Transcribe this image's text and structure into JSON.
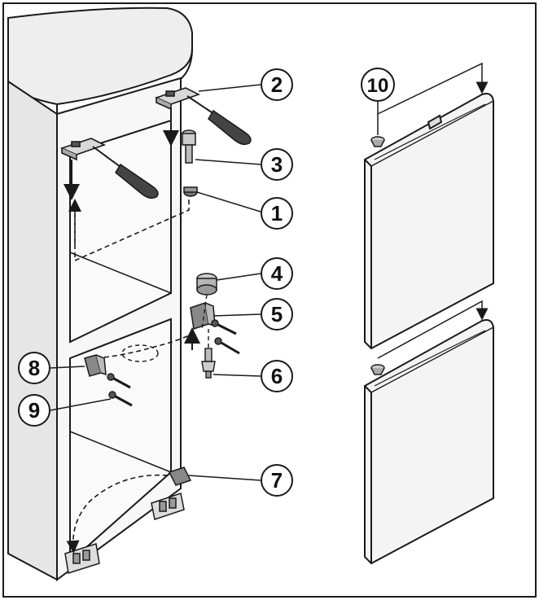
{
  "callouts": [
    {
      "id": "c1",
      "label": "1"
    },
    {
      "id": "c2",
      "label": "2"
    },
    {
      "id": "c3",
      "label": "3"
    },
    {
      "id": "c4",
      "label": "4"
    },
    {
      "id": "c5",
      "label": "5"
    },
    {
      "id": "c6",
      "label": "6"
    },
    {
      "id": "c7",
      "label": "7"
    },
    {
      "id": "c8",
      "label": "8"
    },
    {
      "id": "c9",
      "label": "9"
    },
    {
      "id": "c10",
      "label": "10"
    }
  ],
  "colors": {
    "outline": "#1a1a1a",
    "panel_fill": "#f2f2f2",
    "door_fill": "#f4f4f4",
    "shadow_fill": "#cfcfcf",
    "dark_part": "#555555"
  },
  "icons": [
    "screwdriver-icon",
    "screw-icon",
    "hinge-icon",
    "arrow-down-icon"
  ]
}
